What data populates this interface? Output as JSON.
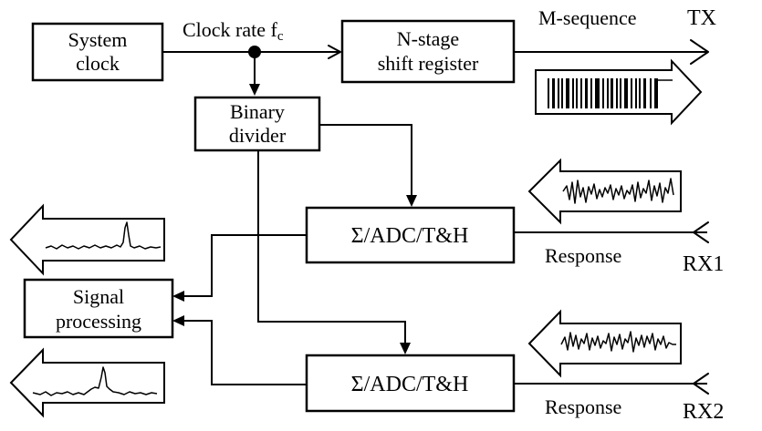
{
  "blocks": {
    "system_clock": [
      "System",
      "clock"
    ],
    "shift_register": [
      "N-stage",
      "shift register"
    ],
    "binary_divider": [
      "Binary",
      "divider"
    ],
    "adc_top": "Σ/ADC/T&H",
    "adc_bottom": "Σ/ADC/T&H",
    "signal_processing": [
      "Signal",
      "processing"
    ]
  },
  "labels": {
    "clock_rate": "Clock rate f",
    "clock_rate_sub": "c",
    "m_sequence": "M-sequence",
    "tx": "TX",
    "response_1": "Response",
    "rx1": "RX1",
    "response_2": "Response",
    "rx2": "RX2"
  },
  "colors": {
    "stroke": "#000000",
    "background": "#ffffff"
  }
}
